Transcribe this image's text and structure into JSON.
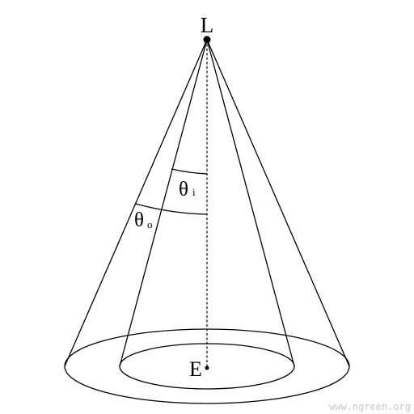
{
  "diagram": {
    "labels": {
      "light": "L",
      "eye": "E",
      "inner_angle_symbol": "θ",
      "inner_angle_subscript": "i",
      "outer_angle_symbol": "θ",
      "outer_angle_subscript": "o"
    },
    "watermark": "www.ngreen.org",
    "colors": {
      "stroke": "#000000",
      "background": "#ffffff",
      "watermark": "#c8c8c8"
    }
  }
}
